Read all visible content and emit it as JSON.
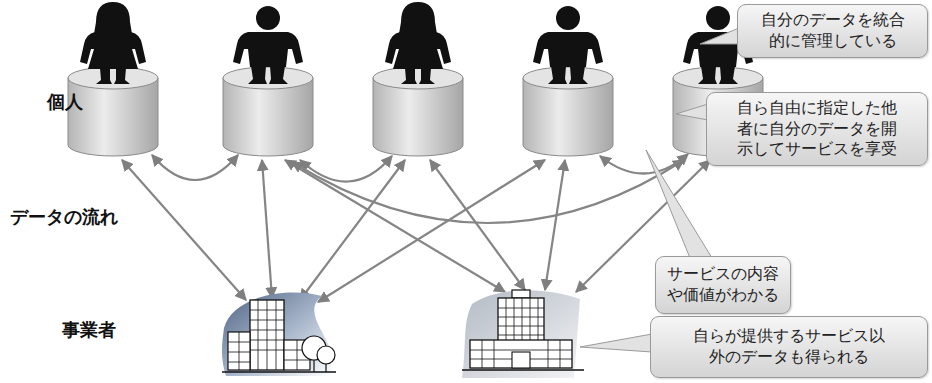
{
  "diagram": {
    "nodes": [
      {
        "text": [
          "自分のデータを統合 的に管理している"
        ]
      },
      {
        "text": [
          "自ら自由に指定した他 者に自分のデータを開 示してサービスを享受"
        ]
      },
      {
        "text": [
          "サービスの内容 や価値がわかる"
        ]
      },
      {
        "text": [
          "自らが提供するサービス以 外のデータも得られる"
        ]
      }
    ],
    "labels": [
      "個人",
      "データの流れ",
      "事業者"
    ]
  }
}
